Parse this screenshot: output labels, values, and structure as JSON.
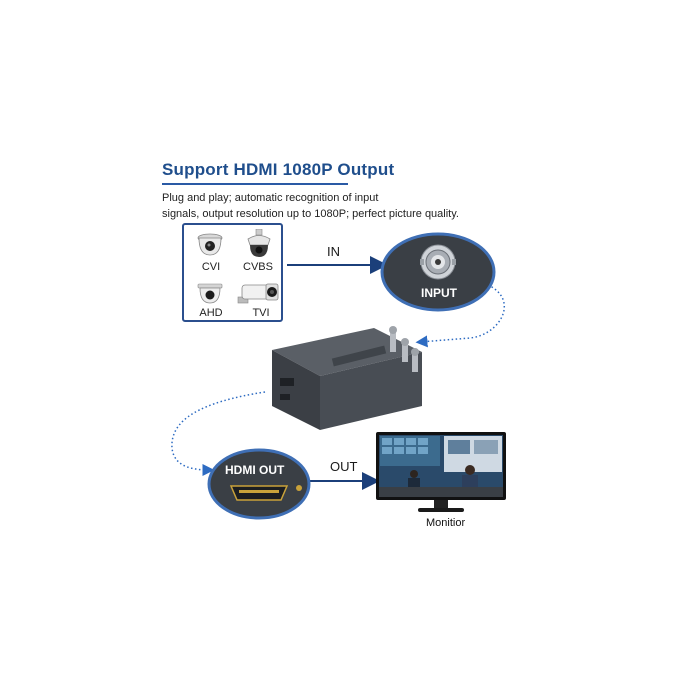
{
  "title": "Support HDMI 1080P Output",
  "description": {
    "line1": "Plug and play; automatic recognition of input",
    "line2": "signals, output resolution up to 1080P; perfect picture quality."
  },
  "cameras": [
    {
      "label": "CVI"
    },
    {
      "label": "CVBS"
    },
    {
      "label": "AHD"
    },
    {
      "label": "TVI"
    }
  ],
  "flow": {
    "in_label": "IN",
    "out_label": "OUT"
  },
  "input_port": {
    "label": "INPUT"
  },
  "output_port": {
    "label": "HDMI OUT"
  },
  "monitor": {
    "label": "Monitior"
  },
  "colors": {
    "title_blue": "#1f4e8c",
    "pill_dark": "#3a3f45",
    "ring_blue": "#3f6fb5",
    "device_body": "#4a4f55"
  }
}
